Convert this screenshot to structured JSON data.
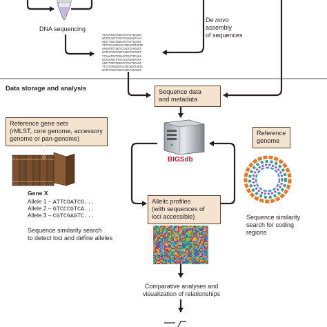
{
  "top": {
    "dna_sequencing": "DNA sequencing",
    "de_novo_italic": "De novo",
    "de_novo_rest": [
      "assembly",
      "of sequences"
    ],
    "sequence_lines": [
      "TCAAATGCTCGATCTACTCCAGA",
      "GCTCCAGTCTACTCCAGAGATAA",
      "AGCTTGCTGGGATCTACTCCAGT",
      "TTCTCAAGCGACATGCAGCTAGTC",
      "AAGACTCTGGTCTACTCCAGACT",
      "GATCTAGCTAGCTAGCTCCAGCT",
      "TCAAATGCTCGATCTACTCCAGA",
      "GCTCCAGTCTACTCCAGAGATAA",
      "AGCTTGCTGGGATCTACTCCAGT",
      "TTCTCAAGCGACATGCAGCTAGTC",
      "GATCTAGCTAGCTAGCTCCAGCT"
    ]
  },
  "section": {
    "title": "Data storage and analysis"
  },
  "boxes": {
    "sequence_data": [
      "Sequence data",
      "and metadata"
    ],
    "reference_gene_sets": [
      "Reference gene sets",
      "(rMLST, core genome, accessory",
      "genome or pan-genome)"
    ],
    "reference_genome": [
      "Reference",
      "genome"
    ],
    "allelic_profiles": [
      "Allelic profiles",
      "(with sequences of",
      "loci accessible)"
    ]
  },
  "server": {
    "label": "BIGSdb"
  },
  "books": {
    "spine_label": "Gene X"
  },
  "alleles": {
    "title": "Gene X",
    "rows": [
      {
        "name": "Allele 1 –",
        "seq": "ATTCGATCG..."
      },
      {
        "name": "Allele 2 –",
        "seq": "GTCCCGTCA..."
      },
      {
        "name": "Allele 3 –",
        "seq": "CGTCGAGTC..."
      }
    ]
  },
  "captions": {
    "left": [
      "Sequence similarity search",
      "to detect loci and define alleles"
    ],
    "right": [
      "Sequence similarity",
      "search for coding",
      "regions"
    ],
    "bottom": [
      "Comparative analyses and",
      "visualization of relationships"
    ]
  },
  "colors": {
    "box_fill": "#f3e3cf",
    "box_border": "#5b3f2a",
    "line": "#231f20",
    "brand_red": "#c8102e",
    "book_brown": "#6e4a2c",
    "heatmap": [
      "#2a6fb0",
      "#38a0d8",
      "#5fbf4a",
      "#e2b23a",
      "#d9442f",
      "#a23c8a",
      "#f08b5c",
      "#3e9c8f"
    ]
  }
}
